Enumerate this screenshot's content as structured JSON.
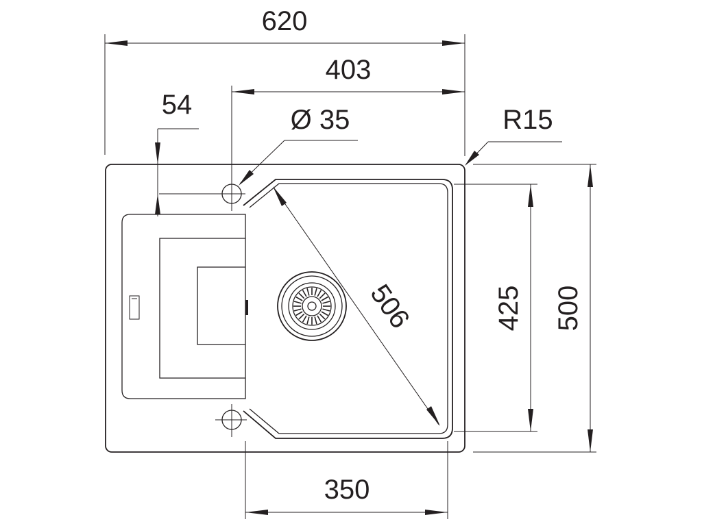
{
  "dimensions": {
    "overall_width": "620",
    "bowl_inner_width": "403",
    "tap_hole_offset": "54",
    "tap_hole_diameter": "Ø 35",
    "corner_radius": "R15",
    "bowl_diagonal": "506",
    "bowl_depth": "425",
    "overall_depth": "500",
    "bowl_width": "350"
  },
  "colors": {
    "line": "#231f20",
    "background": "#ffffff"
  }
}
